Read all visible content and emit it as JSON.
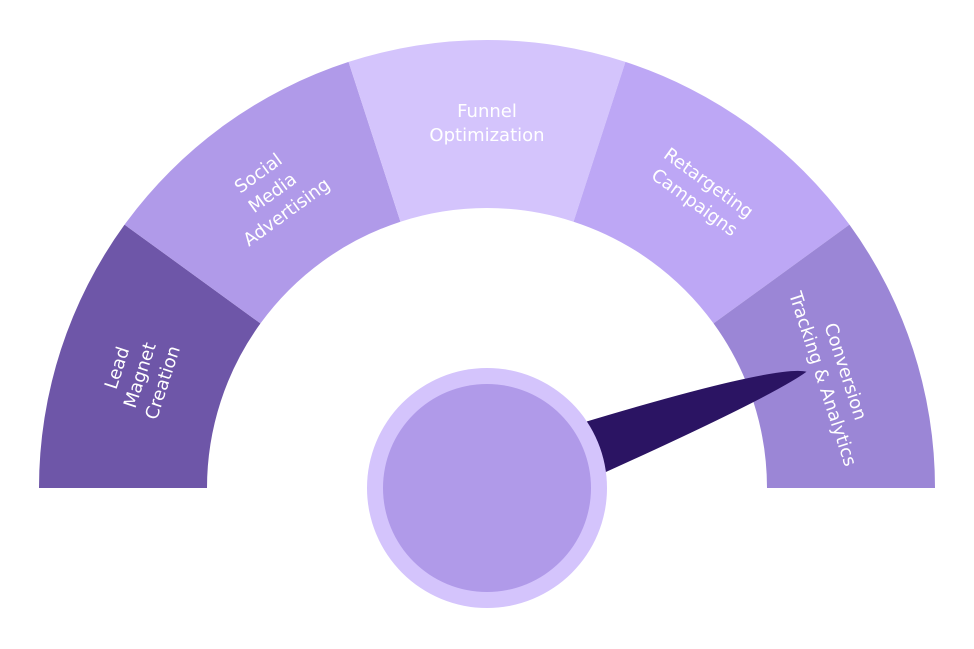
{
  "gauge": {
    "segments": [
      {
        "id": "lead-magnet-creation",
        "lines": [
          "Lead",
          "Magnet",
          "Creation"
        ],
        "color": "#6e56a8"
      },
      {
        "id": "social-media-advertising",
        "lines": [
          "Social",
          "Media",
          "Advertising"
        ],
        "color": "#b09ae9"
      },
      {
        "id": "funnel-optimization",
        "lines": [
          "Funnel",
          "Optimization"
        ],
        "color": "#d4c4fc"
      },
      {
        "id": "retargeting-campaigns",
        "lines": [
          "Retargeting",
          "Campaigns"
        ],
        "color": "#bda7f5"
      },
      {
        "id": "conversion-tracking-analytics",
        "lines": [
          "Conversion",
          "Tracking & Analytics"
        ],
        "color": "#9b86d6"
      }
    ],
    "needle_color": "#2b1463",
    "hub_outer_color": "#d4c4fc",
    "hub_inner_color": "#b09ae9",
    "needle_segment": "conversion-tracking-analytics"
  }
}
